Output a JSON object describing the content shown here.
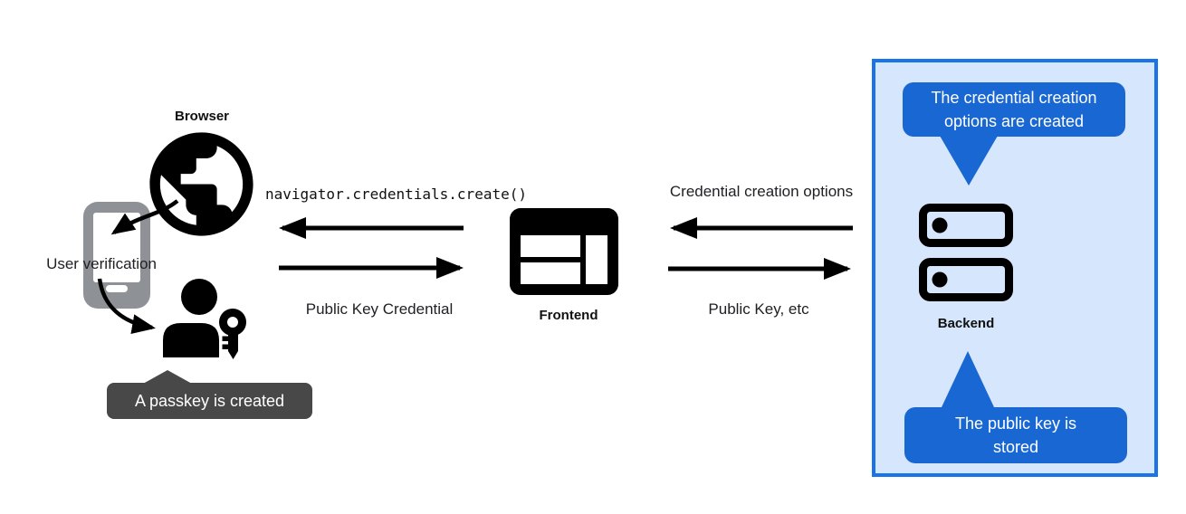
{
  "colors": {
    "panel-border": "#1A73E8",
    "panel-bg": "#D6E6FC",
    "callout-blue": "#1967D2",
    "callout-gray": "#484848",
    "phone-gray": "#8E9297",
    "arrow-black": "#000000",
    "text": "#202124"
  },
  "left": {
    "browser_label": "Browser",
    "user_verification_label": "User verification",
    "passkey_callout": "A passkey is created"
  },
  "center": {
    "api_call": "navigator.credentials.create()",
    "return_label": "Public Key Credential",
    "frontend_label": "Frontend"
  },
  "right": {
    "request_label": "Credential creation options",
    "response_label": "Public Key, etc",
    "backend_label": "Backend",
    "callout_top": "The credential creation\noptions are created",
    "callout_bottom": "The public key is\nstored"
  }
}
